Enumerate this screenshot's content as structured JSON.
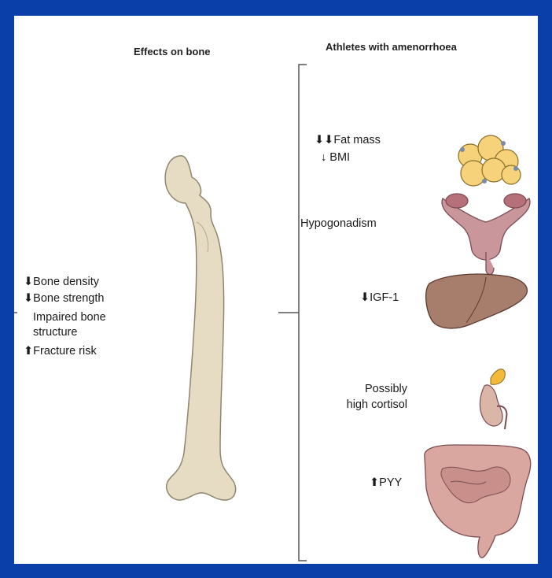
{
  "left_header": "Effects on bone",
  "right_header": "Athletes with amenorrhoea",
  "bone_effects": [
    {
      "arrow": "⬇",
      "text": "Bone density"
    },
    {
      "arrow": "⬇",
      "text": "Bone strength"
    },
    {
      "arrow": "",
      "text": "Impaired bone"
    },
    {
      "arrow": "",
      "text": "structure"
    },
    {
      "arrow": "⬆",
      "text": "Fracture risk"
    }
  ],
  "factors": {
    "fat_mass": {
      "arrow": "⬇⬇",
      "text": "Fat mass"
    },
    "bmi": {
      "arrow": "↓",
      "text": "BMI"
    },
    "hypogonadism": "Hypogonadism",
    "igf": {
      "arrow": "⬇",
      "text": "IGF-1"
    },
    "cortisol_1": "Possibly",
    "cortisol_2": "high cortisol",
    "pyy": {
      "arrow": "⬆",
      "text": "PYY"
    }
  },
  "colors": {
    "frame": "#0a3ea8",
    "bone": "#e6dcc4",
    "fat": "#f6d27a",
    "uterus": "#c9969c",
    "liver": "#a77d6b",
    "adrenal": "#f3b93a",
    "intestine": "#d9a6a0"
  }
}
